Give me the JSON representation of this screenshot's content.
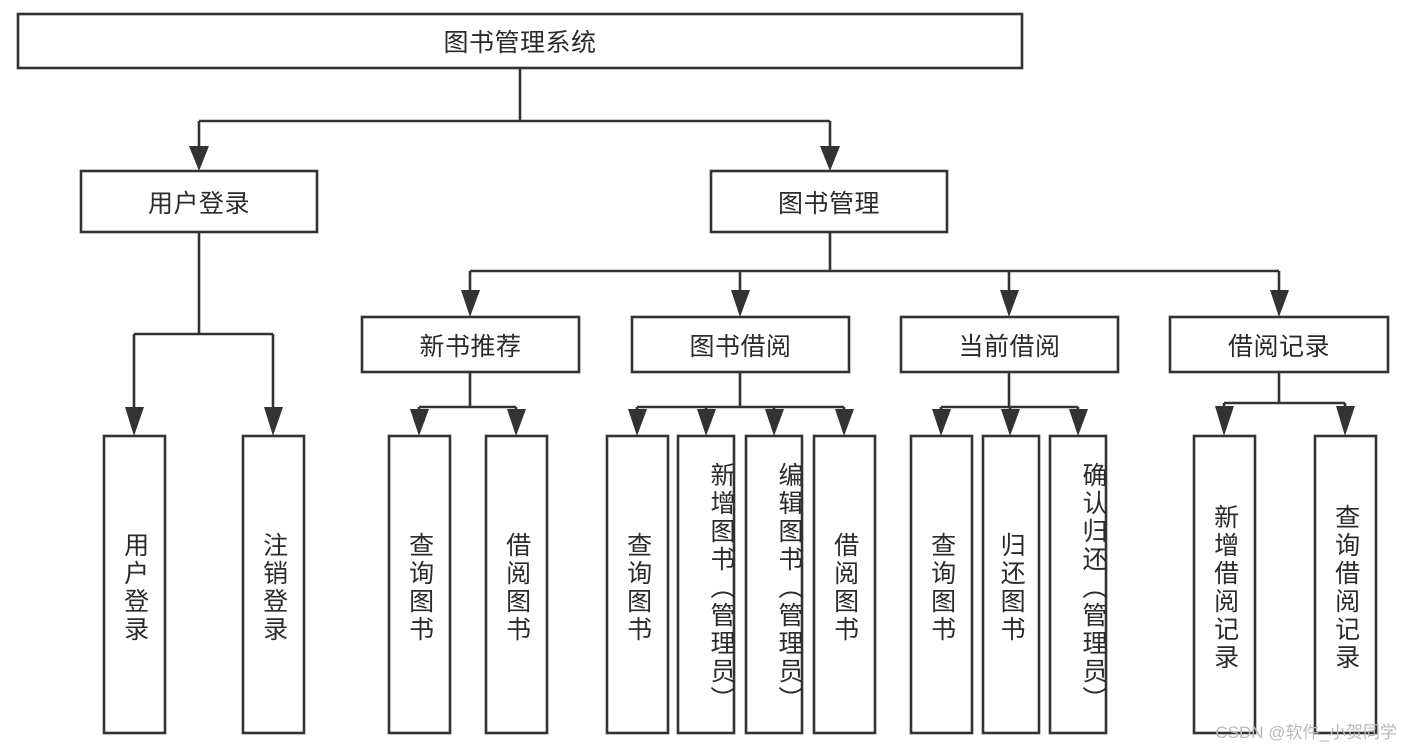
{
  "diagram": {
    "title": "图书管理系统",
    "type": "tree",
    "orientation": "top-down",
    "colors": {
      "box_stroke": "#333333",
      "box_fill": "#ffffff",
      "text": "#2b2b2b",
      "background": "#ffffff",
      "watermark": "#b9b9b9"
    },
    "nodes": {
      "root": {
        "label": "图书管理系统"
      },
      "level2": [
        {
          "label": "用户登录"
        },
        {
          "label": "图书管理"
        }
      ],
      "level3": [
        {
          "label": "新书推荐"
        },
        {
          "label": "图书借阅"
        },
        {
          "label": "当前借阅"
        },
        {
          "label": "借阅记录"
        }
      ],
      "leaves": {
        "user_login": [
          {
            "label": "用户登录"
          },
          {
            "label": "注销登录"
          }
        ],
        "new_book": [
          {
            "label": "查询图书"
          },
          {
            "label": "借阅图书"
          }
        ],
        "book_borrow": [
          {
            "label": "查询图书"
          },
          {
            "label": "新增图书（管理员）"
          },
          {
            "label": "编辑图书（管理员）"
          },
          {
            "label": "借阅图书"
          }
        ],
        "current_borrow": [
          {
            "label": "查询图书"
          },
          {
            "label": "归还图书"
          },
          {
            "label": "确认归还（管理员）"
          }
        ],
        "borrow_record": [
          {
            "label": "新增借阅记录"
          },
          {
            "label": "查询借阅记录"
          }
        ]
      }
    }
  },
  "watermark": {
    "text": "CSDN @软件_小贺同学"
  }
}
